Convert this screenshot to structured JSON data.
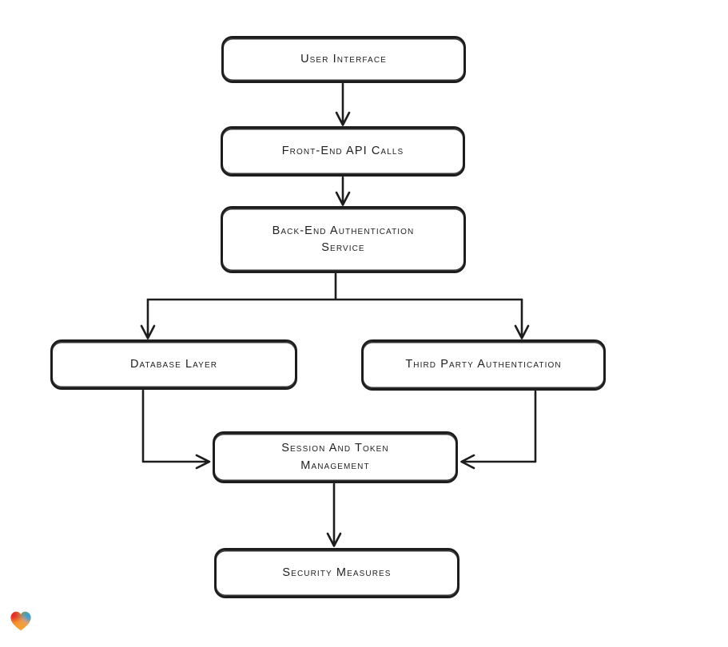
{
  "diagram": {
    "stroke_color": "#1d1d1d",
    "box_fill": "#ffffff",
    "text_color": "#1f1f1f",
    "nodes": [
      {
        "id": "user-interface",
        "line1": "User Interface",
        "line2": null
      },
      {
        "id": "front-end-api-calls",
        "line1": "Front-End API Calls",
        "line2": null
      },
      {
        "id": "back-end-authentication-service",
        "line1": "Back-End Authentication",
        "line2": "Service"
      },
      {
        "id": "database-layer",
        "line1": "Database Layer",
        "line2": null
      },
      {
        "id": "third-party-authentication",
        "line1": "Third Party Authentication",
        "line2": null
      },
      {
        "id": "session-and-token-management",
        "line1": "Session And Token",
        "line2": "Management"
      },
      {
        "id": "security-measures",
        "line1": "Security Measures",
        "line2": null
      }
    ],
    "edges": [
      {
        "from": "user-interface",
        "to": "front-end-api-calls"
      },
      {
        "from": "front-end-api-calls",
        "to": "back-end-authentication-service"
      },
      {
        "from": "back-end-authentication-service",
        "to": "database-layer"
      },
      {
        "from": "back-end-authentication-service",
        "to": "third-party-authentication"
      },
      {
        "from": "database-layer",
        "to": "session-and-token-management"
      },
      {
        "from": "third-party-authentication",
        "to": "session-and-token-management"
      },
      {
        "from": "session-and-token-management",
        "to": "security-measures"
      }
    ]
  },
  "logo": {
    "name": "heart-logo",
    "colors": {
      "red": "#e4252b",
      "green": "#3fa33c",
      "blue": "#2a9fe0",
      "orange": "#f59f33"
    }
  }
}
